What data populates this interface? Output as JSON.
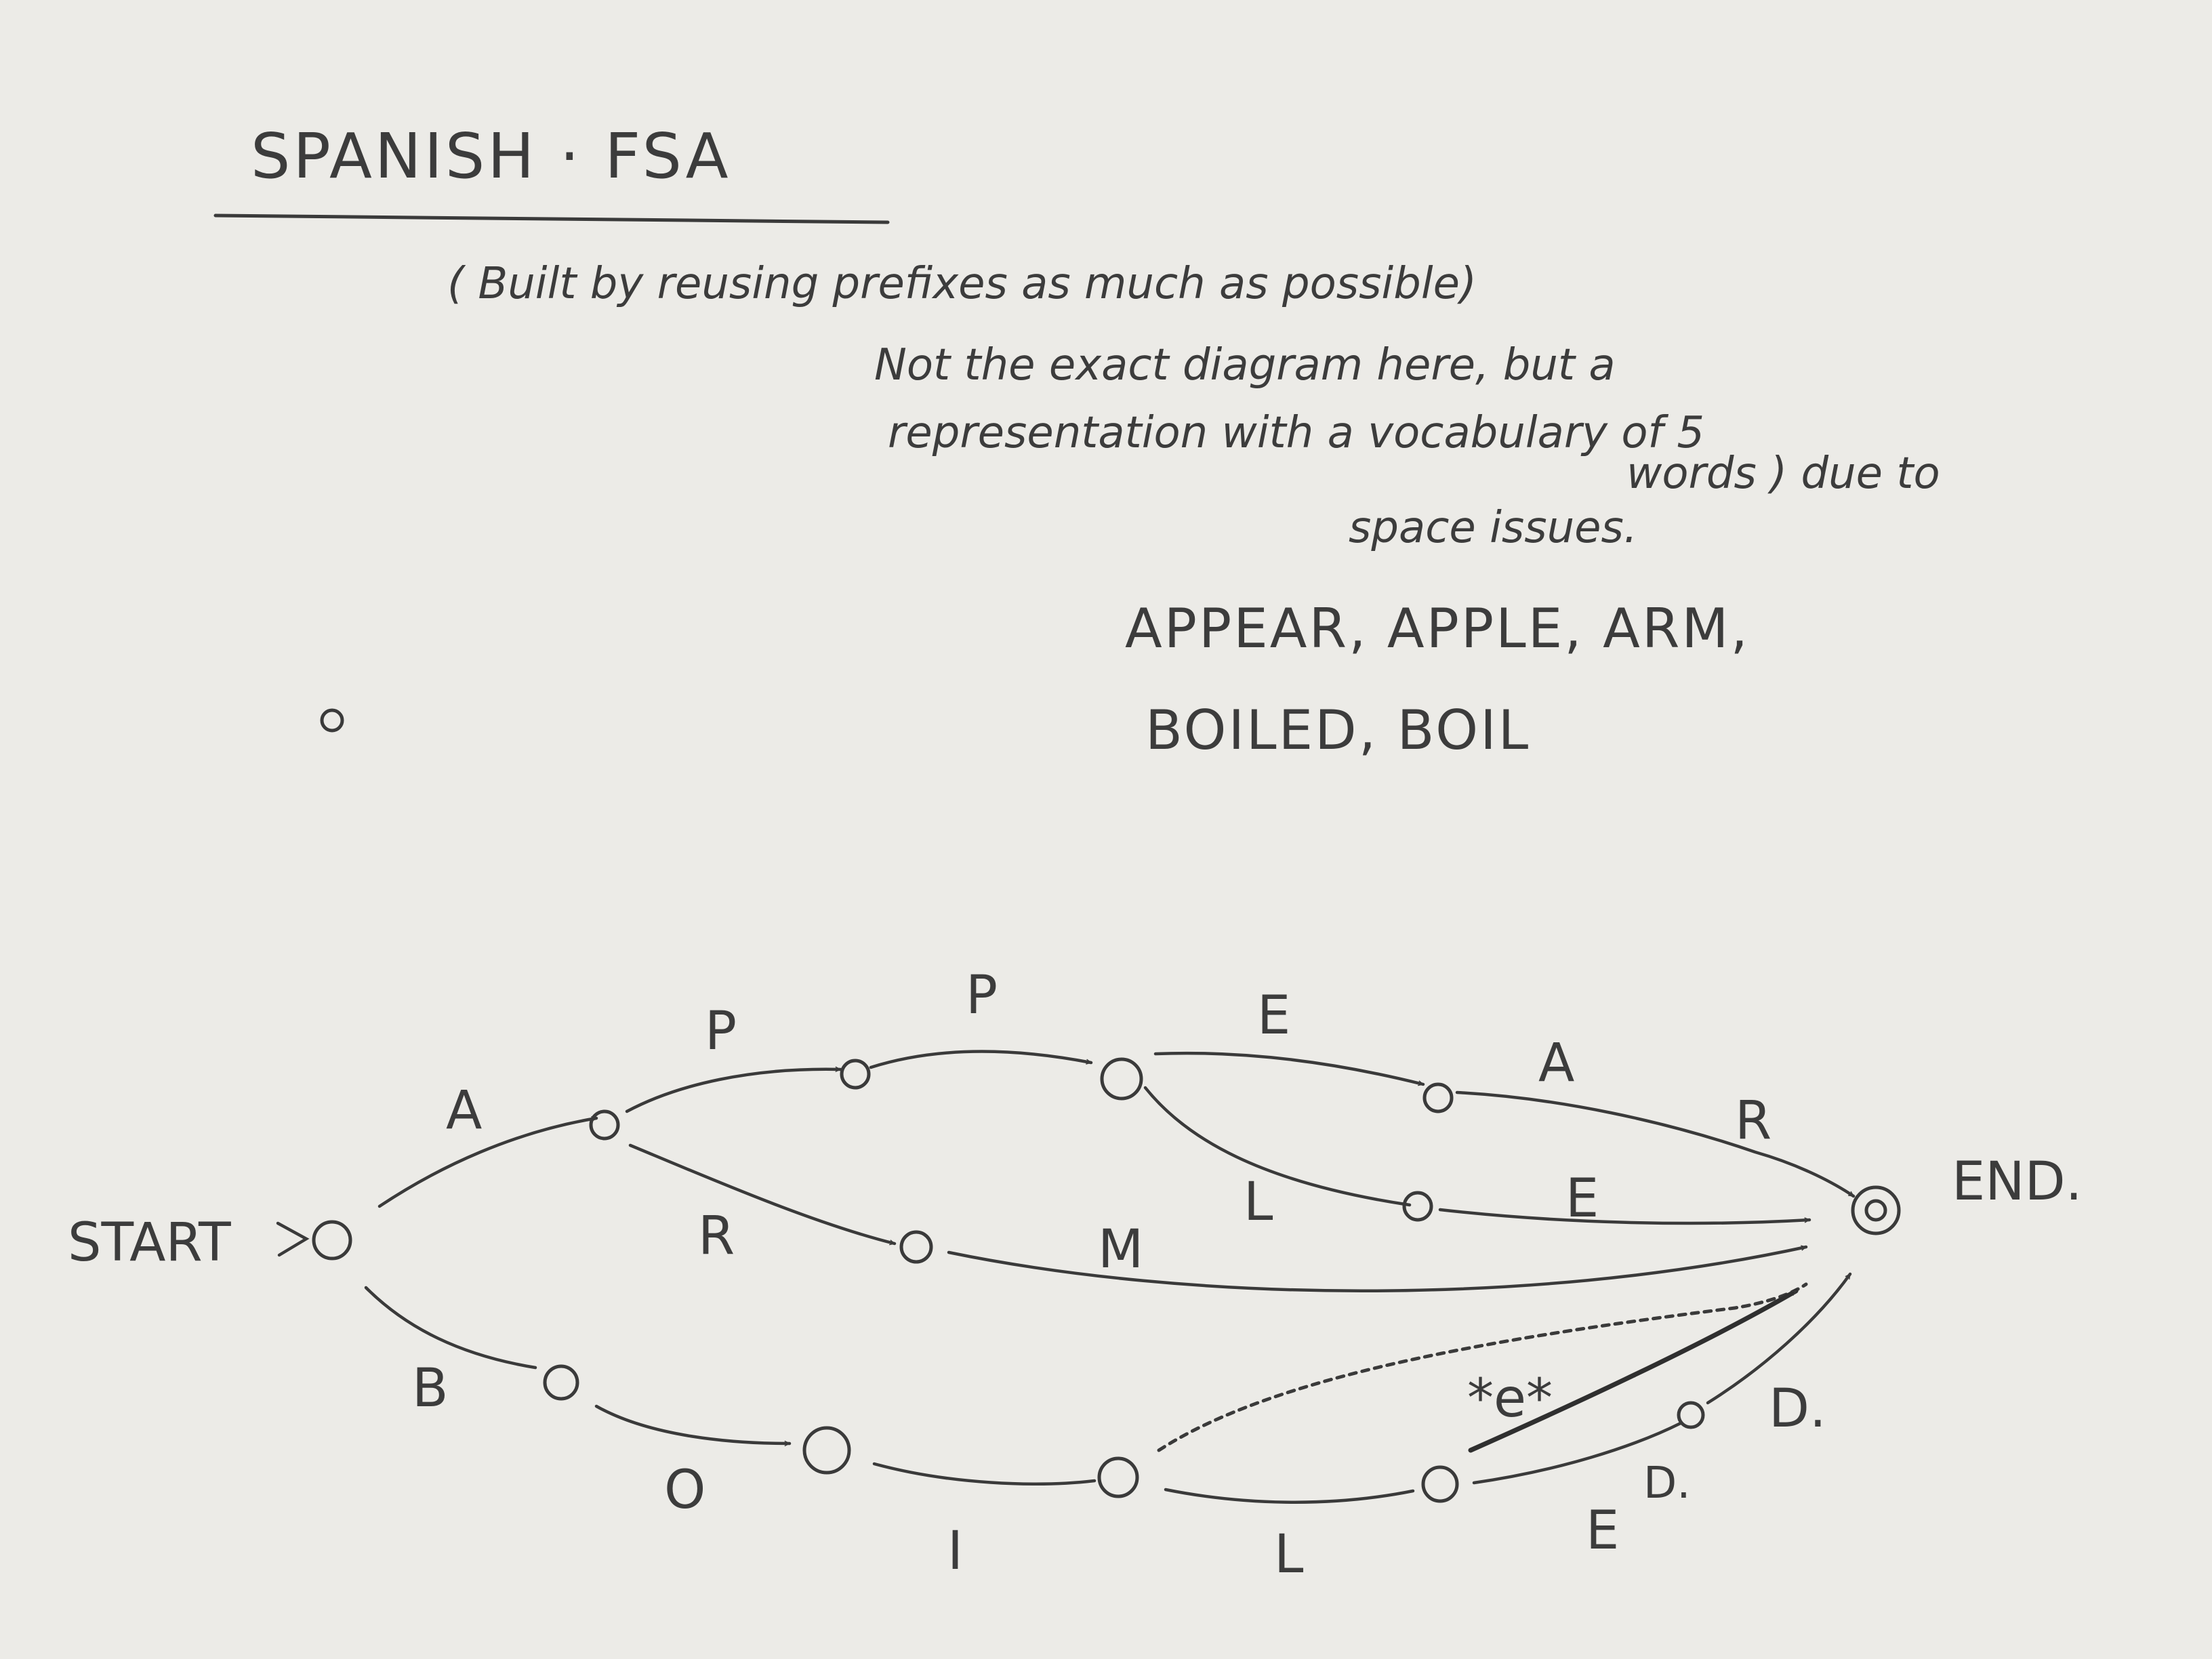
{
  "title": "SPANISH · FSA",
  "note_lines": [
    "( Built   by   reusing   prefixes  as   much  as  possible)",
    "Not  the  exact  diagram  here,  but  a",
    "representation  with  a  vocabulary  of  5",
    "words )  due  to",
    "space  issues."
  ],
  "vocabulary_line1": "APPEAR,  APPLE,  ARM,",
  "vocabulary_line2": "BOILED,  BOIL",
  "stray_mark": "o",
  "fsa": {
    "start_label": "START",
    "end_label": "END.",
    "edge_labels": {
      "start_a": "A",
      "a_p": "P",
      "p_p": "P",
      "pp_e": "E",
      "e_a": "A",
      "a_r": "R",
      "pp_l": "L",
      "l_e": "E",
      "a_r2": "R",
      "r_m": "M",
      "start_b": "B",
      "b_o": "O",
      "o_i": "I",
      "i_l": "L",
      "l_eps": "*e*",
      "l_e2": "E",
      "e_d": "D.",
      "e_d_mark": "D."
    }
  },
  "colors": {
    "paper": "#ecebe7",
    "ink": "#3a3a3a"
  }
}
